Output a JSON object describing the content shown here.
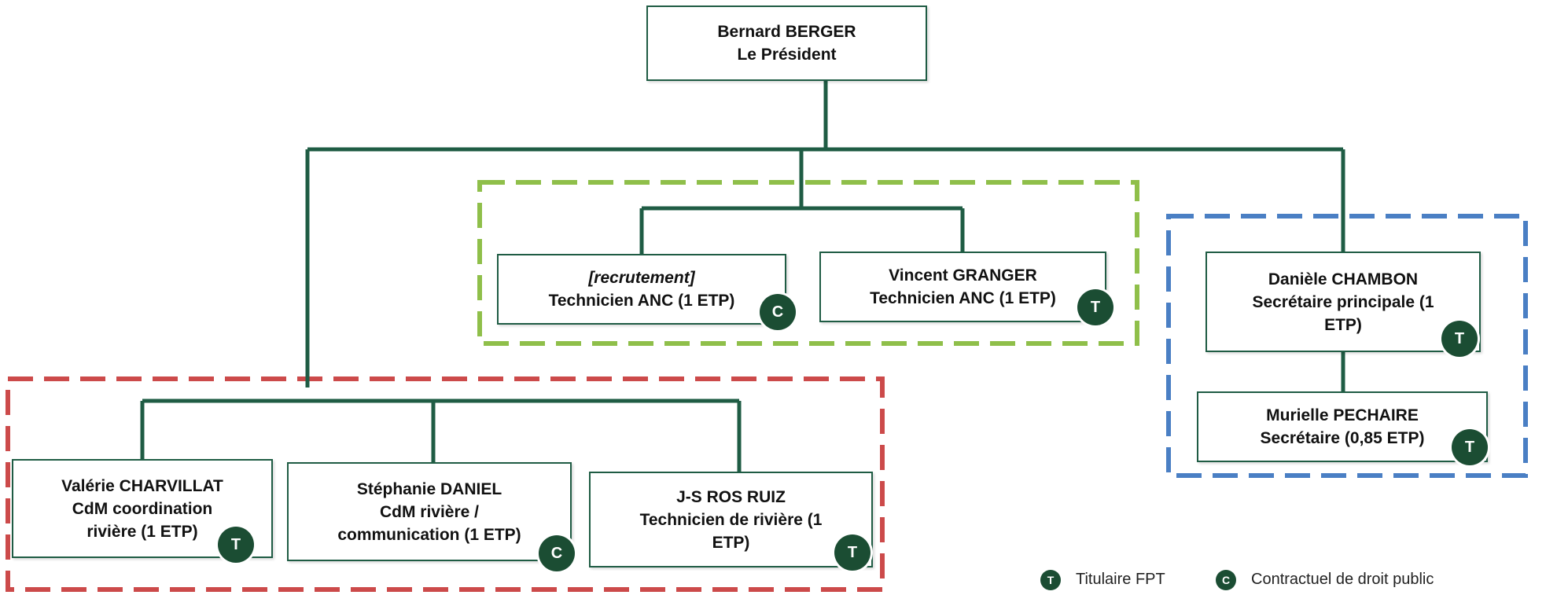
{
  "president": {
    "name": "Bernard BERGER",
    "role": "Le Président"
  },
  "anc_group": {
    "people": [
      {
        "name": "[recrutement]",
        "role": "Technicien ANC (1 ETP)",
        "badge": "C"
      },
      {
        "name": "Vincent GRANGER",
        "role": "Technicien ANC (1 ETP)",
        "badge": "T"
      }
    ]
  },
  "secretariat_group": {
    "people": [
      {
        "name": "Danièle CHAMBON",
        "role_line1": "Secrétaire principale (1",
        "role_line2": "ETP)",
        "badge": "T"
      },
      {
        "name": "Murielle PECHAIRE",
        "role": "Secrétaire (0,85 ETP)",
        "badge": "T"
      }
    ]
  },
  "river_group": {
    "people": [
      {
        "name": "Valérie CHARVILLAT",
        "role_line1": "CdM coordination",
        "role_line2": "rivière (1 ETP)",
        "badge": "T"
      },
      {
        "name": "Stéphanie DANIEL",
        "role_line1": "CdM rivière /",
        "role_line2": "communication (1 ETP)",
        "badge": "C"
      },
      {
        "name": "J-S ROS RUIZ",
        "role_line1": "Technicien de rivière (1",
        "role_line2": "ETP)",
        "badge": "T"
      }
    ]
  },
  "legend": {
    "titulaire": {
      "badge": "T",
      "label": "Titulaire FPT"
    },
    "contractuel": {
      "badge": "C",
      "label": "Contractuel de droit public"
    }
  },
  "colors": {
    "connector": "#1f5c44",
    "badge": "#1b4d33",
    "anc_border": "#8fbf4a",
    "secretariat_border": "#4a7fc4",
    "river_border": "#cc4a4a"
  }
}
